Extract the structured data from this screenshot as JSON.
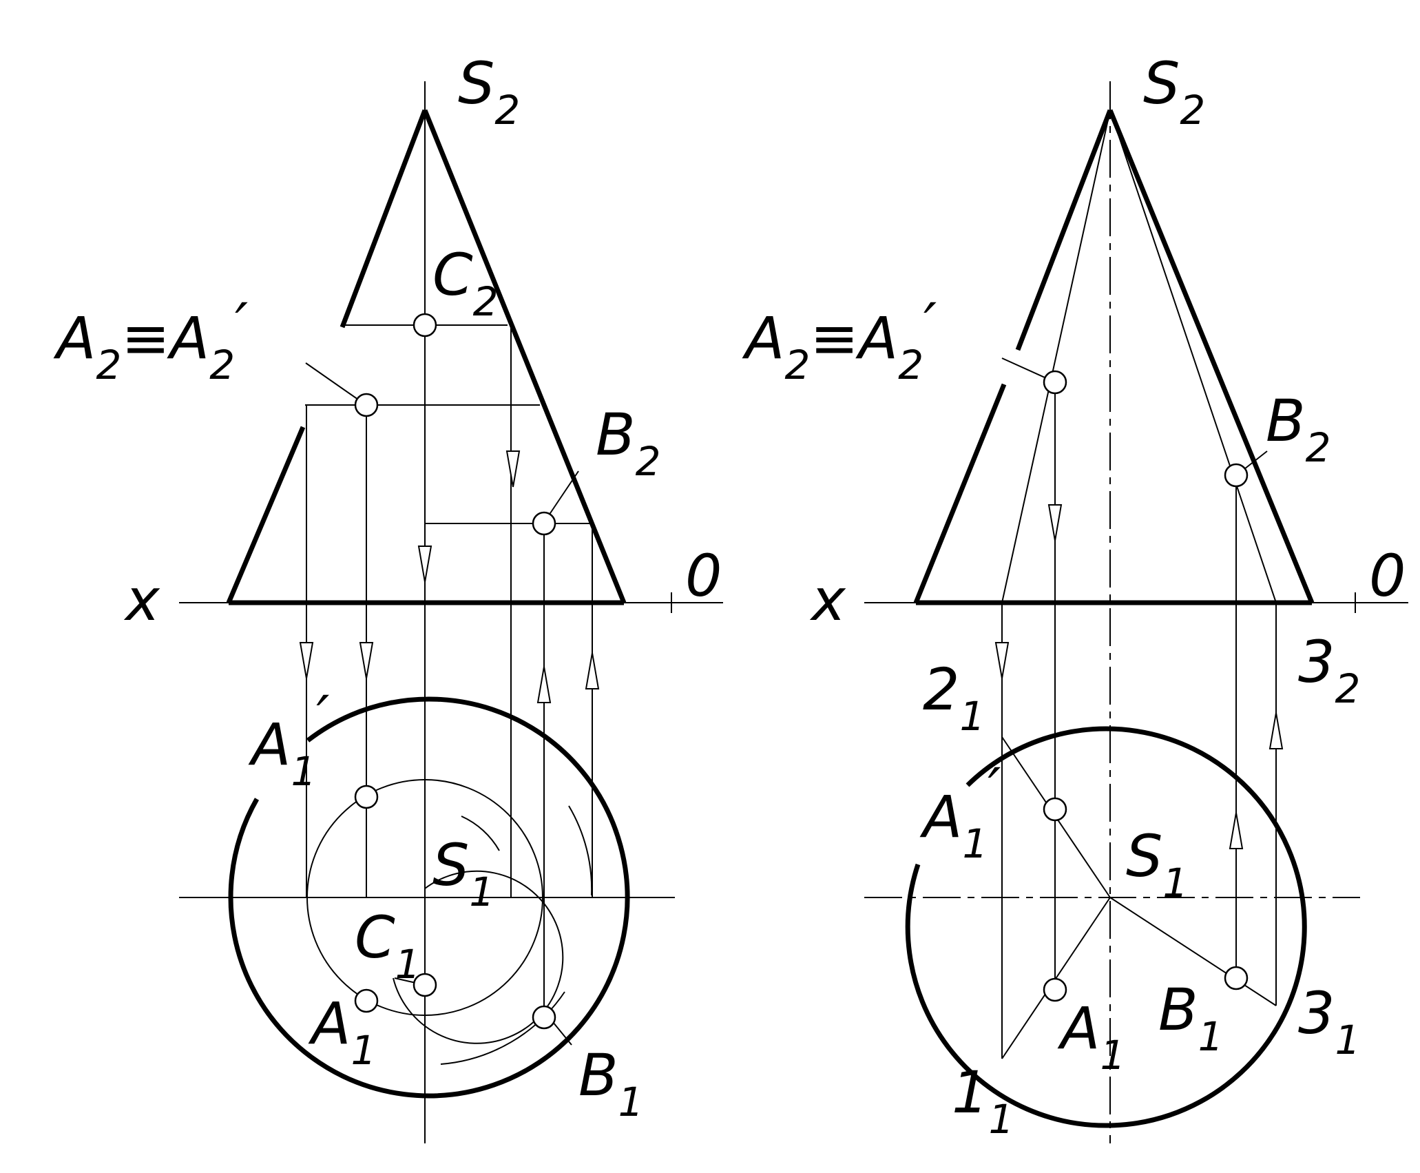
{
  "left_view": {
    "labels": {
      "S2": {
        "main": "S",
        "sub": "2"
      },
      "C2": {
        "main": "C",
        "sub": "2"
      },
      "A2": {
        "main": "A",
        "sub": "2",
        "eq": "≡",
        "main2": "A",
        "sub2": "2",
        "prime": "′"
      },
      "B2": {
        "main": "B",
        "sub": "2"
      },
      "x": "x",
      "o": "0",
      "A1p": {
        "main": "A",
        "sub": "1",
        "prime": "′"
      },
      "S1": {
        "main": "S",
        "sub": "1"
      },
      "C1": {
        "main": "C",
        "sub": "1"
      },
      "A1": {
        "main": "A",
        "sub": "1"
      },
      "B1": {
        "main": "B",
        "sub": "1"
      }
    }
  },
  "right_view": {
    "labels": {
      "S2": {
        "main": "S",
        "sub": "2"
      },
      "A2": {
        "main": "A",
        "sub": "2",
        "eq": "≡",
        "main2": "A",
        "sub2": "2",
        "prime": "′"
      },
      "B2": {
        "main": "B",
        "sub": "2"
      },
      "x": "x",
      "o": "0",
      "p2_1": {
        "main": "2",
        "sub": "1"
      },
      "p3_2": {
        "main": "3",
        "sub": "2"
      },
      "A1p": {
        "main": "A",
        "sub": "1",
        "prime": "′"
      },
      "S1": {
        "main": "S",
        "sub": "1"
      },
      "A1": {
        "main": "A",
        "sub": "1"
      },
      "B1": {
        "main": "B",
        "sub": "1"
      },
      "p3_1": {
        "main": "3",
        "sub": "1"
      },
      "p1_1": {
        "main": "1",
        "sub": "1"
      }
    }
  }
}
